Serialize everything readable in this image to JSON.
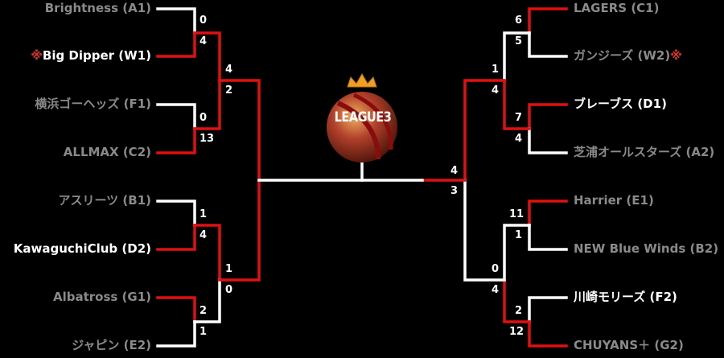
{
  "logo": {
    "text": "LEAGUE3"
  },
  "left": {
    "teams": [
      {
        "name": "Brightness",
        "seed": "(A1)",
        "mark": "",
        "lit": false
      },
      {
        "name": "Big Dipper",
        "seed": "(W1)",
        "mark": "※",
        "lit": true
      },
      {
        "name": "横浜ゴーヘッズ",
        "seed": "(F1)",
        "mark": "",
        "lit": false
      },
      {
        "name": "ALLMAX",
        "seed": "(C2)",
        "mark": "",
        "lit": false
      },
      {
        "name": "アスリーツ",
        "seed": "(B1)",
        "mark": "",
        "lit": false
      },
      {
        "name": "KawaguchiClub",
        "seed": "(D2)",
        "mark": "",
        "lit": true
      },
      {
        "name": "Albatross",
        "seed": "(G1)",
        "mark": "",
        "lit": false
      },
      {
        "name": "ジャピン",
        "seed": "(E2)",
        "mark": "",
        "lit": false
      }
    ],
    "r1_scores": [
      "0",
      "4",
      "0",
      "13",
      "1",
      "4",
      "2",
      "1"
    ],
    "r2_scores": [
      "4",
      "2",
      "1",
      "0"
    ]
  },
  "right": {
    "teams": [
      {
        "name": "LAGERS",
        "seed": "(C1)",
        "mark": "",
        "lit": false
      },
      {
        "name": "ガンジーズ",
        "seed": "(W2)",
        "mark": "※",
        "lit": false
      },
      {
        "name": "ブレーブス",
        "seed": "(D1)",
        "mark": "",
        "lit": true
      },
      {
        "name": "芝浦オールスターズ",
        "seed": "(A2)",
        "mark": "",
        "lit": false
      },
      {
        "name": "Harrier",
        "seed": "(E1)",
        "mark": "",
        "lit": false
      },
      {
        "name": "NEW Blue Winds",
        "seed": "(B2)",
        "mark": "",
        "lit": false
      },
      {
        "name": "川崎モリーズ",
        "seed": "(F2)",
        "mark": "",
        "lit": true
      },
      {
        "name": "CHUYANS＋",
        "seed": "(G2)",
        "mark": "",
        "lit": false
      }
    ],
    "r1_scores": [
      "6",
      "5",
      "7",
      "4",
      "11",
      "1",
      "2",
      "12"
    ],
    "r2_scores": [
      "1",
      "4",
      "0",
      "4"
    ]
  },
  "semifinal_scores": [
    "4",
    "3"
  ],
  "colors": {
    "winner_line": "#e01010",
    "line": "#ffffff",
    "background": "#000000"
  }
}
